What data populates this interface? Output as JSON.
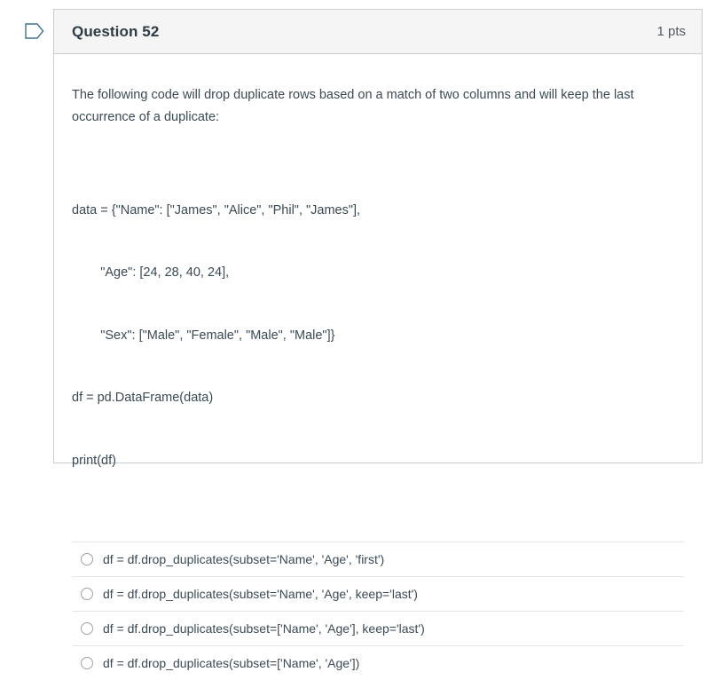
{
  "marker": {
    "icon": "flag-outline-icon",
    "color": "#3f7292"
  },
  "question": {
    "title": "Question 52",
    "points": "1 pts",
    "prompt": "The following code will drop duplicate rows based on a match of two columns and will keep the last occurrence of a duplicate:",
    "code_lines": [
      "data = {\"Name\": [\"James\", \"Alice\", \"Phil\", \"James\"],",
      "        \"Age\": [24, 28, 40, 24],",
      "        \"Sex\": [\"Male\", \"Female\", \"Male\", \"Male\"]}",
      "df = pd.DataFrame(data)",
      "print(df)"
    ],
    "answers": [
      {
        "label": "df = df.drop_duplicates(subset='Name', 'Age', 'first')",
        "selected": false
      },
      {
        "label": "df = df.drop_duplicates(subset='Name', 'Age', keep='last')",
        "selected": false
      },
      {
        "label": "df = df.drop_duplicates(subset=['Name', 'Age'], keep='last')",
        "selected": false
      },
      {
        "label": "df = df.drop_duplicates(subset=['Name', 'Age'])",
        "selected": false
      }
    ]
  },
  "colors": {
    "header_background": "#f5f5f5",
    "card_border": "#c7cdd1",
    "text": "#2d3b45",
    "body_text": "#3a4a54",
    "separator": "#e4e7e9"
  }
}
